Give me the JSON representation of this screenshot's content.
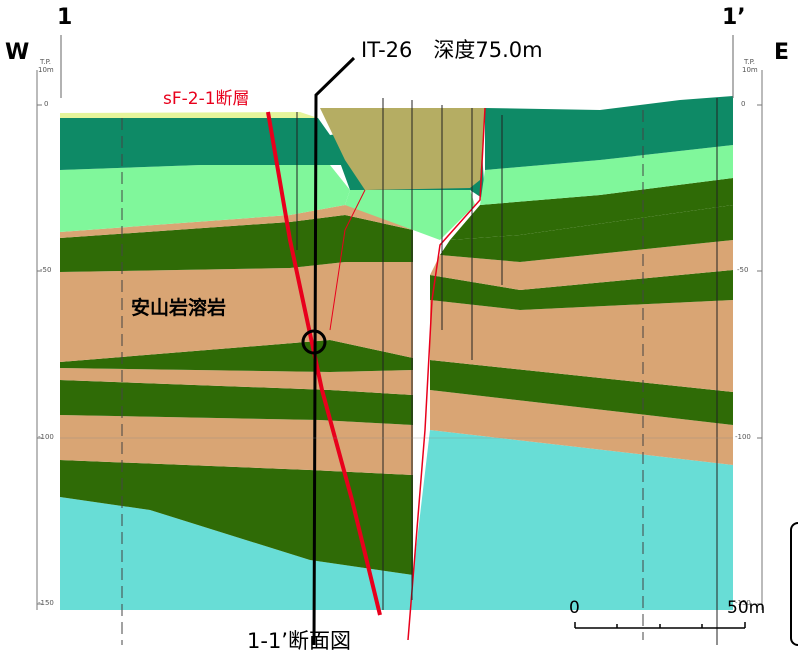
{
  "labels": {
    "section_left": "1",
    "section_right": "1’",
    "west": "W",
    "east": "E",
    "borehole": "IT-26　深度75.0m",
    "fault": "sF-2-1断層",
    "rock": "安山岩溶岩",
    "title": "1-1’断面図",
    "tp_top": "T.P.",
    "tp_unit": "10m"
  },
  "axis": {
    "ticks": [
      "0",
      "-50",
      "-100",
      "-150"
    ]
  },
  "scale_bar": {
    "start": "0",
    "end": "50m"
  },
  "colors": {
    "dark_green": "#2f6b06",
    "teal_green": "#0e8a66",
    "light_green": "#80f79b",
    "tan": "#d9a574",
    "cyan": "#68ddd6",
    "olive": "#b5ad63",
    "yellow": "#e5f59b",
    "fault_red": "#e8001c"
  }
}
